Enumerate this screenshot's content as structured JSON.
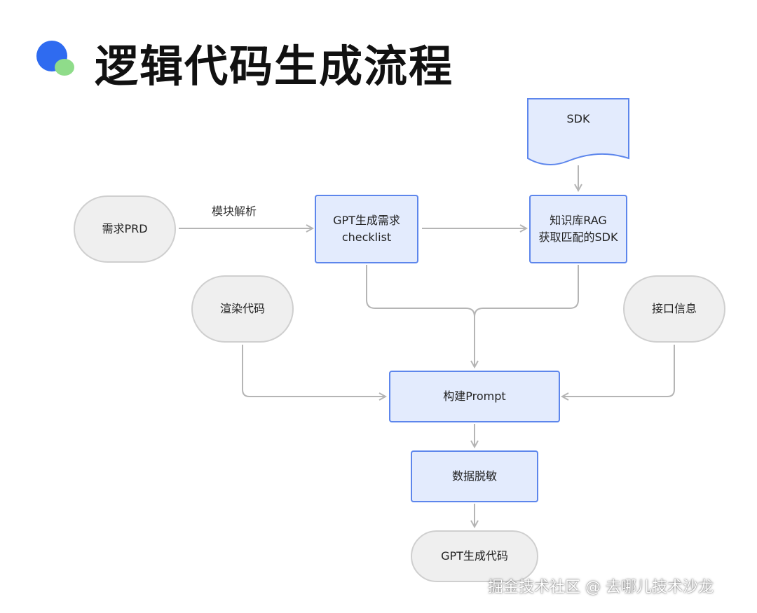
{
  "title": "逻辑代码生成流程",
  "nodes": {
    "sdk": "SDK",
    "prd": "需求PRD",
    "checklist_line1": "GPT生成需求",
    "checklist_line2": "checklist",
    "rag_line1": "知识库RAG",
    "rag_line2": "获取匹配的SDK",
    "render": "渲染代码",
    "api": "接口信息",
    "prompt": "构建Prompt",
    "mask": "数据脱敏",
    "gen": "GPT生成代码"
  },
  "edge_label": "模块解析",
  "watermark": "掘金技术社区 @ 去哪儿技术沙龙",
  "colors": {
    "process_fill": "#e3ebfd",
    "process_border": "#5d86ec",
    "terminal_fill": "#efefef",
    "terminal_border": "#cfcfcf",
    "edge": "#b5b5b5"
  }
}
